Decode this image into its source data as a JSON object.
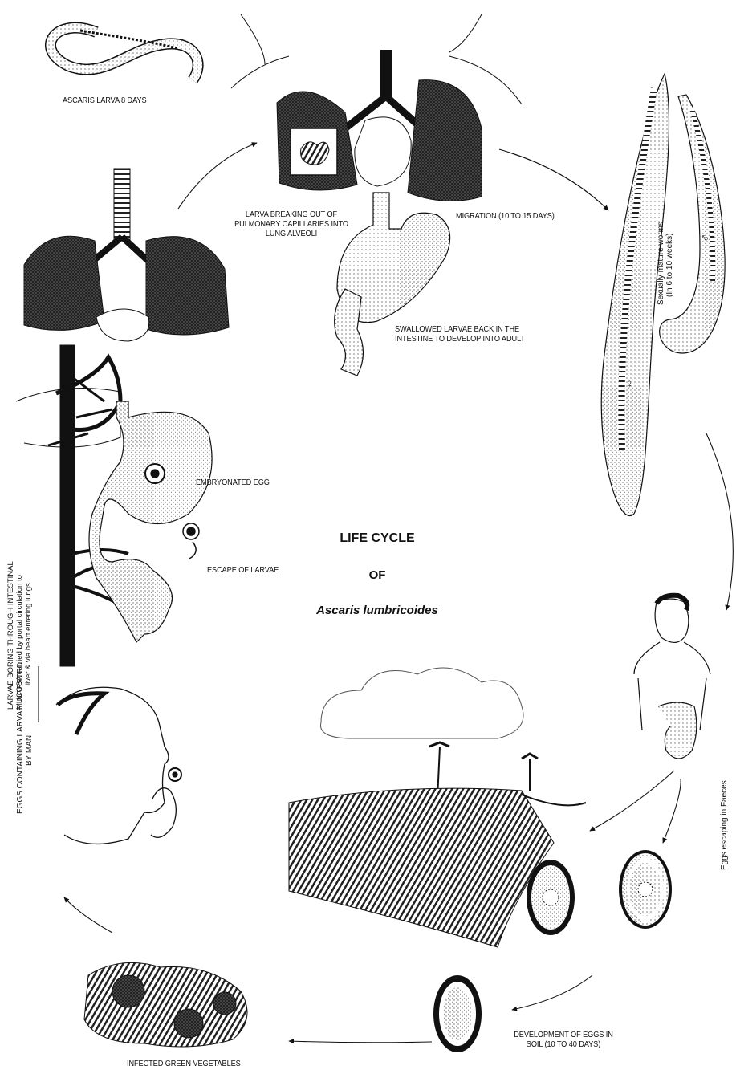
{
  "title": {
    "line1": "LIFE   CYCLE",
    "line2": "OF",
    "line3": "Ascaris lumbricoides"
  },
  "labels": {
    "larva_8_days": "ASCARIS LARVA 8 DAYS",
    "larva_breaking": [
      "LARVA BREAKING OUT OF",
      "PULMONARY CAPILLARIES INTO",
      "LUNG ALVEOLI"
    ],
    "migration": "MIGRATION (10 TO 15 DAYS)",
    "swallowed": [
      "SWALLOWED LARVAE BACK IN THE",
      "INTESTINE TO DEVELOP INTO ADULT"
    ],
    "sexually_mature": [
      "Sexually mature worms",
      "(In 6 to 10 weeks)"
    ],
    "male_symbol": "♂",
    "female_symbol": "♀",
    "embryonated_egg": "EMBRYONATED EGG",
    "escape_larvae": "ESCAPE OF LARVAE",
    "boring": [
      "LARVAE BORING THROUGH INTESTINAL",
      "MUCOSA carried by portal circulation to",
      "liver & via heart entering lungs"
    ],
    "eggs_faeces": "Eggs escaping in Faeces",
    "eggs_ingested": [
      "EGGS CONTAINING LARVAE INGESTED",
      "BY MAN"
    ],
    "infected_vegetables": "INFECTED GREEN VEGETABLES",
    "development_soil": [
      "DEVELOPMENT OF EGGS IN",
      "SOIL (10 TO 40 DAYS)"
    ]
  }
}
